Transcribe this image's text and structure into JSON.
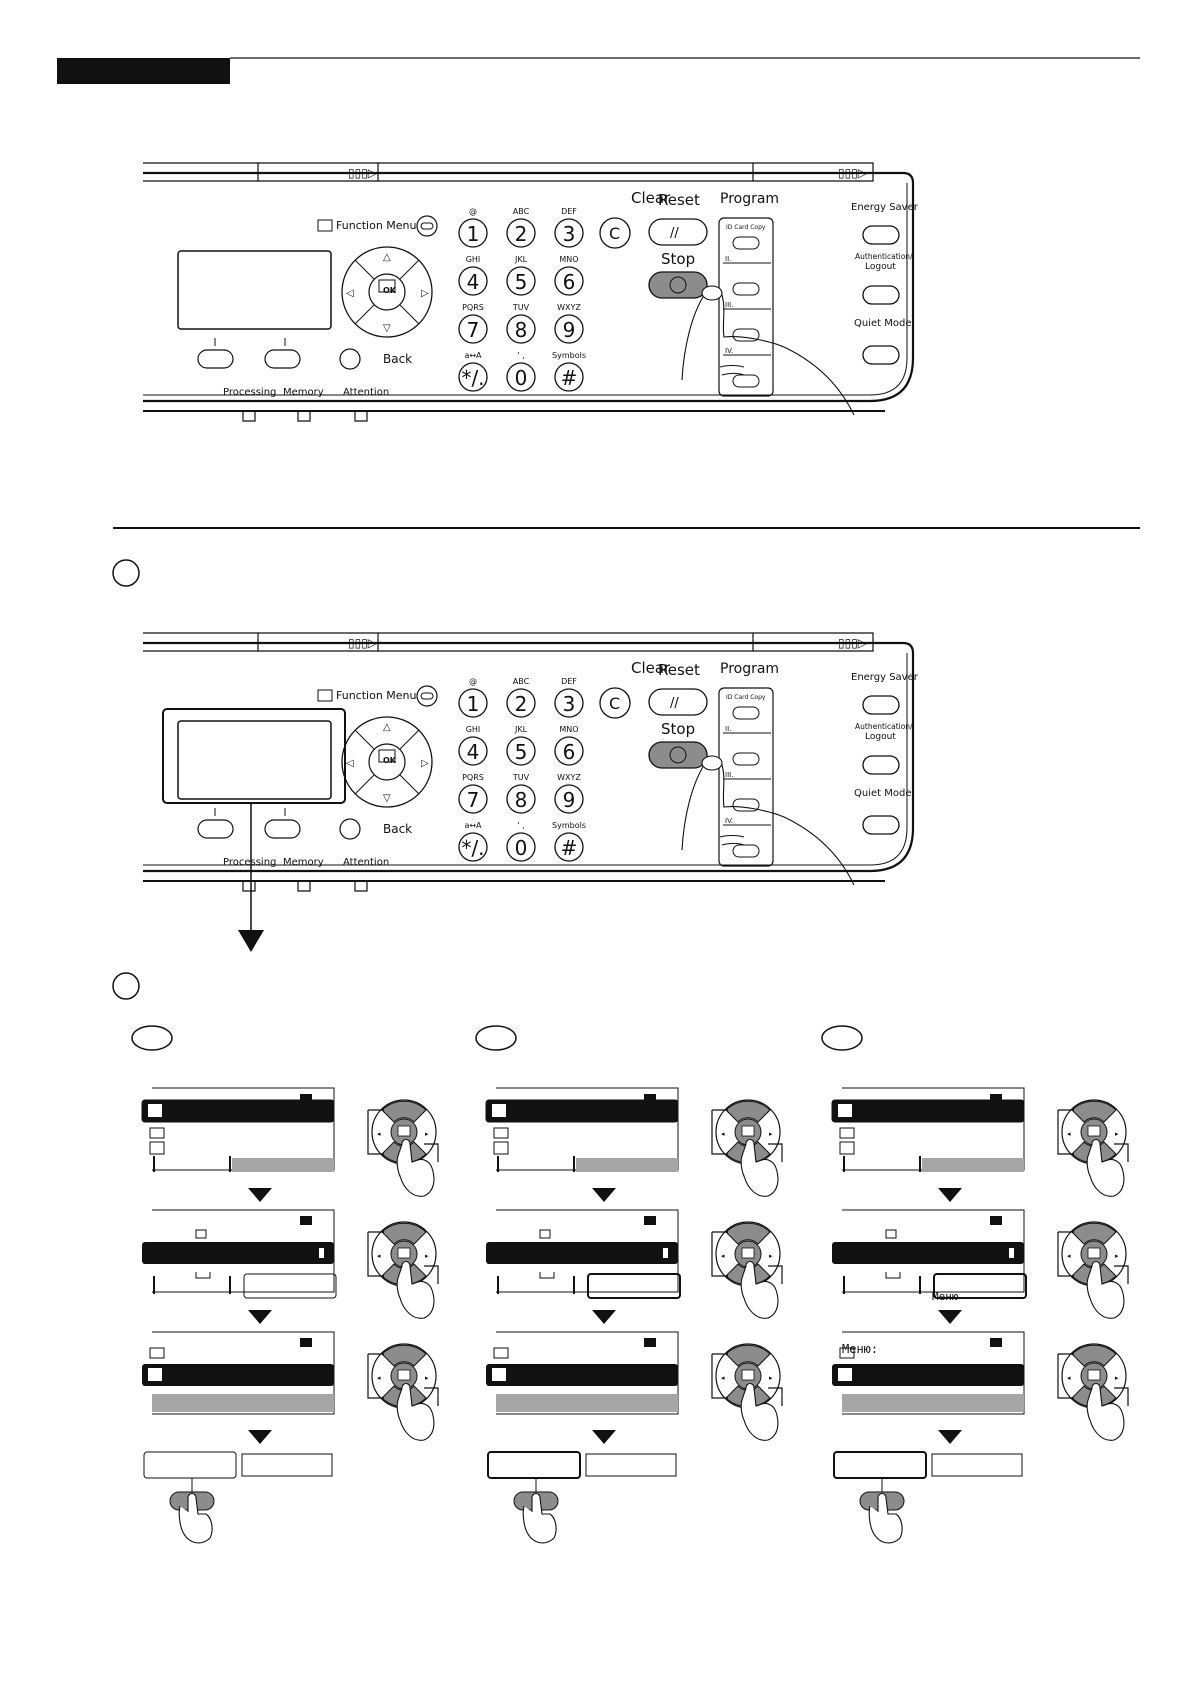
{
  "panel": {
    "function_menu": "Function Menu",
    "back": "Back",
    "ok": "OK",
    "leds": {
      "processing": "Processing",
      "memory": "Memory",
      "attention": "Attention"
    },
    "keys": [
      {
        "letters": "@",
        "digit": "1"
      },
      {
        "letters": "ABC",
        "digit": "2"
      },
      {
        "letters": "DEF",
        "digit": "3"
      },
      {
        "letters": "GHI",
        "digit": "4"
      },
      {
        "letters": "JKL",
        "digit": "5"
      },
      {
        "letters": "MNO",
        "digit": "6"
      },
      {
        "letters": "PQRS",
        "digit": "7"
      },
      {
        "letters": "TUV",
        "digit": "8"
      },
      {
        "letters": "WXYZ",
        "digit": "9"
      },
      {
        "letters": "a↔A",
        "digit": "*/."
      },
      {
        "letters": "' ,",
        "digit": "0"
      },
      {
        "letters": "Symbols",
        "digit": "#"
      }
    ],
    "clear": "Clear",
    "clear_key": "C",
    "reset": "Reset",
    "reset_key": "//",
    "stop": "Stop",
    "program": "Program",
    "program_items": [
      "ID Card Copy",
      "II.",
      "III.",
      "IV."
    ],
    "energy_saver": "Energy Saver",
    "authentication": "Authentication/",
    "logout": "Logout",
    "quiet_mode": "Quiet Mode"
  },
  "screens": {
    "menu_soft_key": "Меню",
    "menu_title": "Меню:"
  },
  "colors": {
    "dark": "#111111",
    "highlight": "#1a1a1a",
    "gray_bar": "#a6a6a6",
    "stop_button": "#8c8c8c"
  }
}
